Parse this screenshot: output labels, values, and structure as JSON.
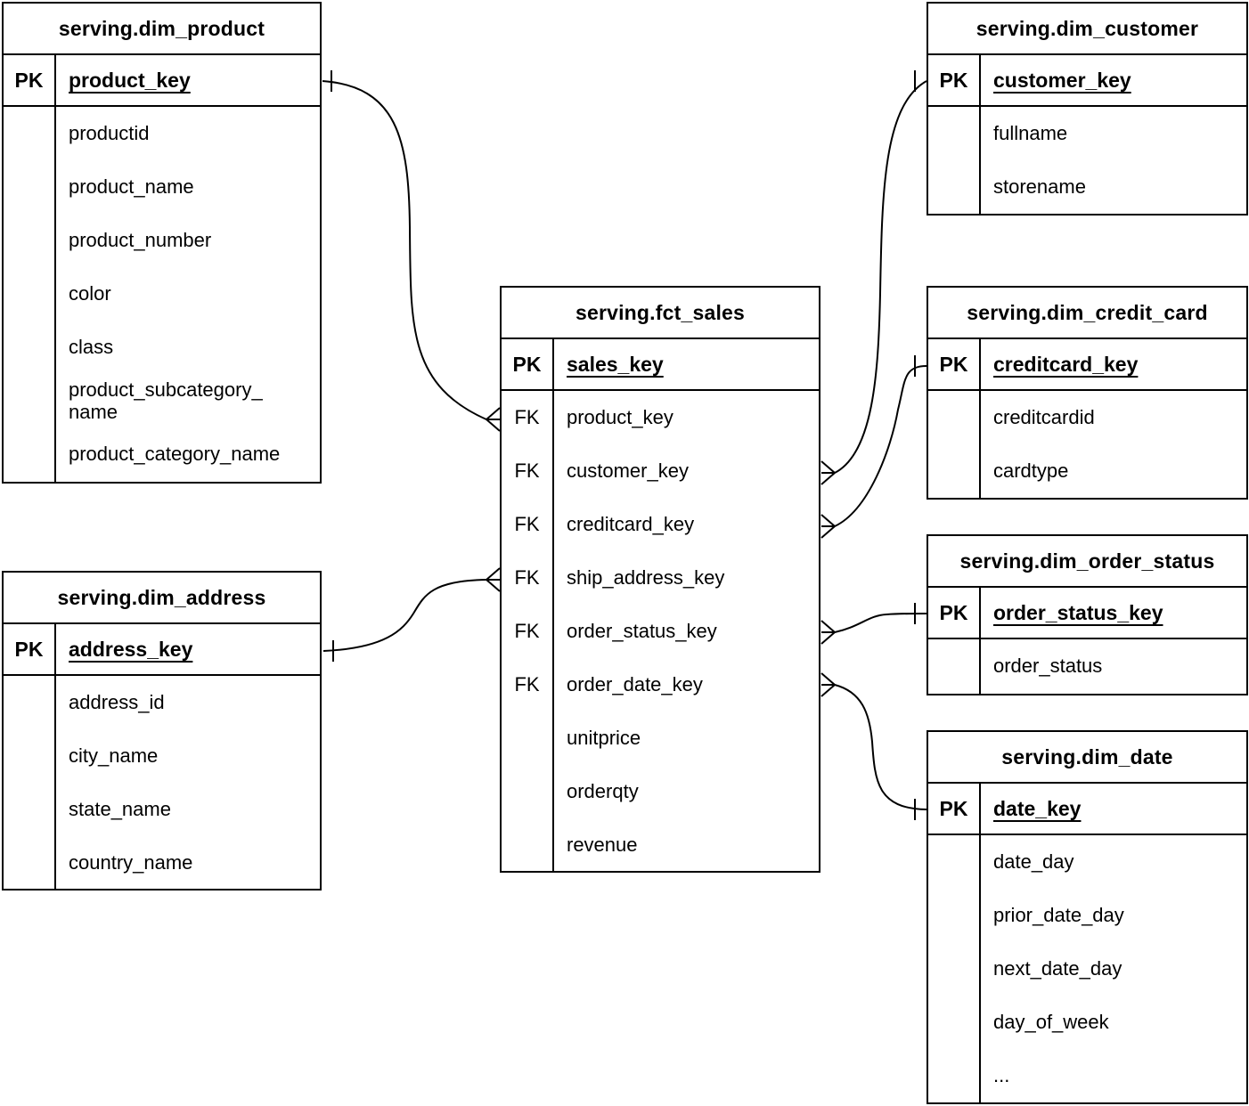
{
  "diagram": {
    "type": "entity-relationship-diagram",
    "notation": "crows-foot",
    "colors": {
      "line": "#000000",
      "background": "#ffffff",
      "text": "#000000"
    }
  },
  "tables": [
    {
      "id": "dim_product",
      "title": "serving.dim_product",
      "key_tag": "PK",
      "key": "product_key",
      "fields": [
        "productid",
        "product_name",
        "product_number",
        "color",
        "class",
        "product_subcategory_\nname",
        "product_category_name"
      ],
      "fk_tags": [
        "",
        "",
        "",
        "",
        "",
        "",
        ""
      ]
    },
    {
      "id": "dim_address",
      "title": "serving.dim_address",
      "key_tag": "PK",
      "key": "address_key",
      "fields": [
        "address_id",
        "city_name",
        "state_name",
        "country_name"
      ],
      "fk_tags": [
        "",
        "",
        "",
        ""
      ]
    },
    {
      "id": "fct_sales",
      "title": "serving.fct_sales",
      "key_tag": "PK",
      "key": "sales_key",
      "fields": [
        "product_key",
        "customer_key",
        "creditcard_key",
        "ship_address_key",
        "order_status_key",
        "order_date_key",
        "unitprice",
        "orderqty",
        "revenue"
      ],
      "fk_tags": [
        "FK",
        "FK",
        "FK",
        "FK",
        "FK",
        "FK",
        "",
        "",
        ""
      ]
    },
    {
      "id": "dim_customer",
      "title": "serving.dim_customer",
      "key_tag": "PK",
      "key": "customer_key",
      "fields": [
        "fullname",
        "storename"
      ],
      "fk_tags": [
        "",
        ""
      ]
    },
    {
      "id": "dim_credit_card",
      "title": "serving.dim_credit_card",
      "key_tag": "PK",
      "key": "creditcard_key",
      "fields": [
        "creditcardid",
        "cardtype"
      ],
      "fk_tags": [
        "",
        ""
      ]
    },
    {
      "id": "dim_order_status",
      "title": "serving.dim_order_status",
      "key_tag": "PK",
      "key": "order_status_key",
      "fields": [
        "order_status"
      ],
      "fk_tags": [
        ""
      ]
    },
    {
      "id": "dim_date",
      "title": "serving.dim_date",
      "key_tag": "PK",
      "key": "date_key",
      "fields": [
        "date_day",
        "prior_date_day",
        "next_date_day",
        "day_of_week",
        "..."
      ],
      "fk_tags": [
        "",
        "",
        "",
        "",
        ""
      ]
    }
  ],
  "relationships": [
    {
      "from_table": "serving.fct_sales",
      "from_field": "product_key",
      "to_table": "serving.dim_product",
      "to_field": "product_key",
      "cardinality": "many-to-one"
    },
    {
      "from_table": "serving.fct_sales",
      "from_field": "ship_address_key",
      "to_table": "serving.dim_address",
      "to_field": "address_key",
      "cardinality": "many-to-one"
    },
    {
      "from_table": "serving.fct_sales",
      "from_field": "customer_key",
      "to_table": "serving.dim_customer",
      "to_field": "customer_key",
      "cardinality": "many-to-one"
    },
    {
      "from_table": "serving.fct_sales",
      "from_field": "creditcard_key",
      "to_table": "serving.dim_credit_card",
      "to_field": "creditcard_key",
      "cardinality": "many-to-one"
    },
    {
      "from_table": "serving.fct_sales",
      "from_field": "order_status_key",
      "to_table": "serving.dim_order_status",
      "to_field": "order_status_key",
      "cardinality": "many-to-one"
    },
    {
      "from_table": "serving.fct_sales",
      "from_field": "order_date_key",
      "to_table": "serving.dim_date",
      "to_field": "date_key",
      "cardinality": "many-to-one"
    }
  ]
}
